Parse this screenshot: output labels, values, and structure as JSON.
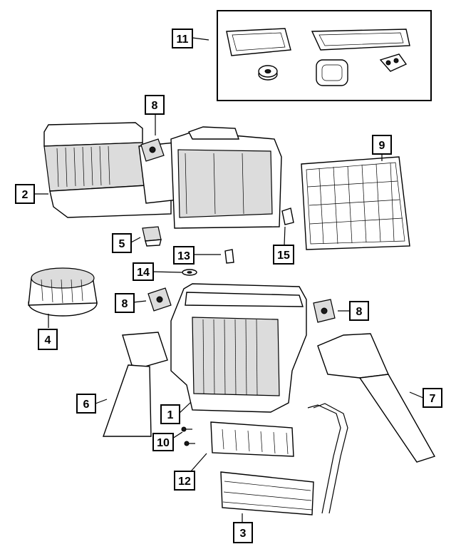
{
  "diagram": {
    "callouts": [
      {
        "id": "c1",
        "label": "1"
      },
      {
        "id": "c2",
        "label": "2"
      },
      {
        "id": "c3",
        "label": "3"
      },
      {
        "id": "c4",
        "label": "4"
      },
      {
        "id": "c5",
        "label": "5"
      },
      {
        "id": "c6",
        "label": "6"
      },
      {
        "id": "c7",
        "label": "7"
      },
      {
        "id": "c8a",
        "label": "8"
      },
      {
        "id": "c8b",
        "label": "8"
      },
      {
        "id": "c8c",
        "label": "8"
      },
      {
        "id": "c9",
        "label": "9"
      },
      {
        "id": "c10",
        "label": "10"
      },
      {
        "id": "c11",
        "label": "11"
      },
      {
        "id": "c12",
        "label": "12"
      },
      {
        "id": "c13",
        "label": "13"
      },
      {
        "id": "c14",
        "label": "14"
      },
      {
        "id": "c15",
        "label": "15"
      }
    ]
  }
}
